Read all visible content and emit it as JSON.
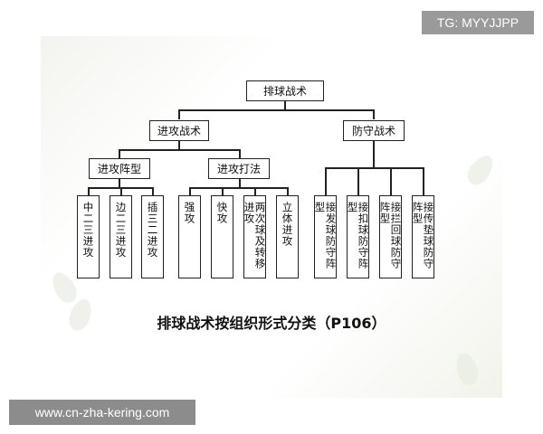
{
  "watermark_top": "TG: MYYJJPP",
  "watermark_bottom": "www.cn-zha-kering.com",
  "diagram": {
    "root": "排球战术",
    "attack": {
      "label": "进攻战术",
      "formation": {
        "label": "进攻阵型",
        "children": [
          "中二三进攻",
          "边二三进攻",
          "插三二进攻"
        ]
      },
      "tactics": {
        "label": "进攻打法",
        "children": [
          "强攻",
          "快攻",
          "两次球及转移进攻",
          "立体进攻"
        ]
      }
    },
    "defense": {
      "label": "防守战术",
      "children": [
        "接发球防守阵型",
        "接扣球防守阵型",
        "接拦回球防守阵型",
        "接传垫球防守阵型"
      ]
    },
    "caption": "排球战术按组织形式分类（P106）"
  }
}
